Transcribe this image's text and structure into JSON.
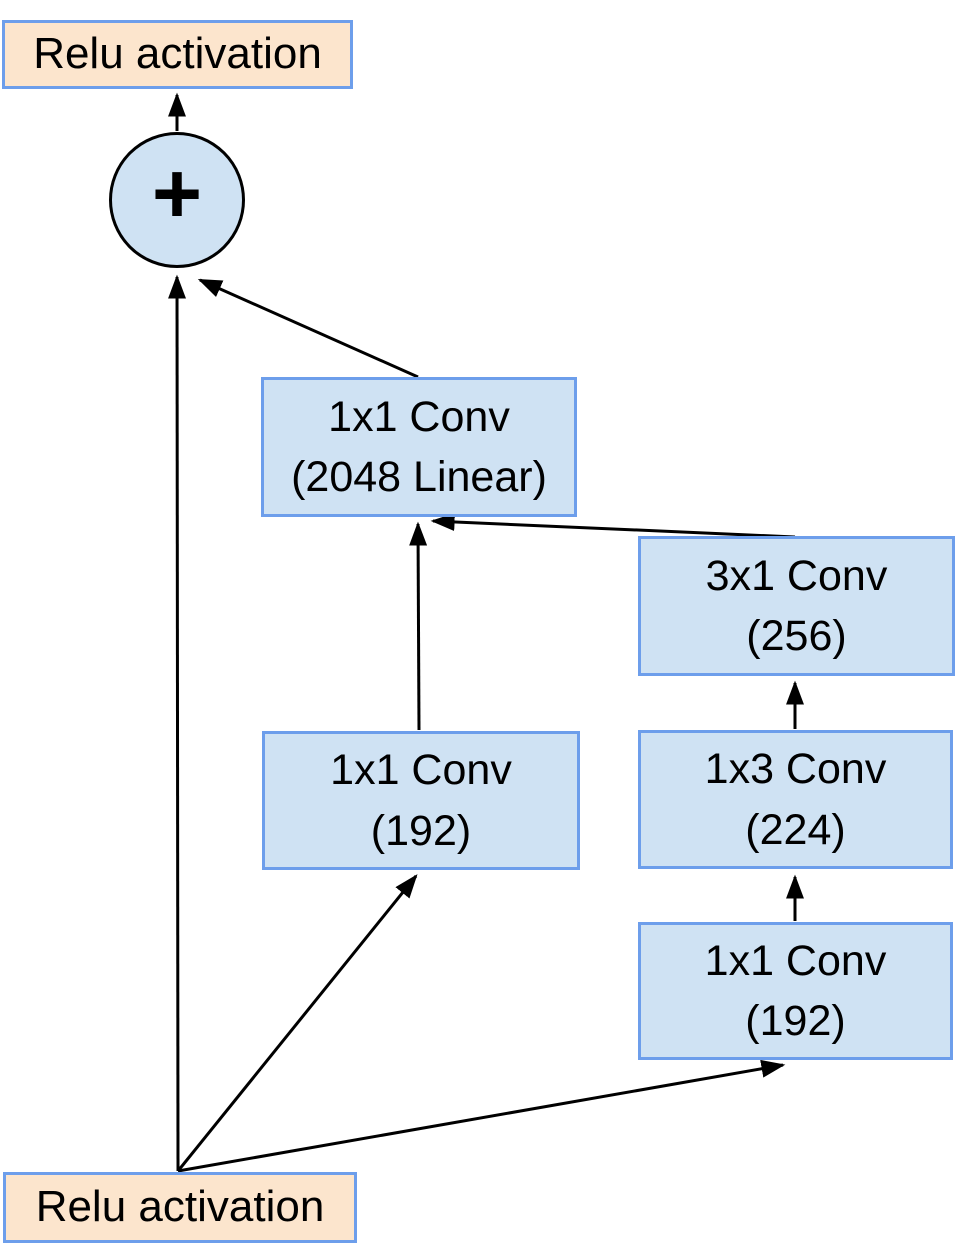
{
  "diagram": {
    "description": "Residual network block diagram",
    "colors": {
      "background": "#ffffff",
      "relu_fill": "#fce5cd",
      "relu_border": "#6d9eeb",
      "conv_fill": "#cfe2f3",
      "conv_border": "#6d9eeb",
      "sum_fill": "#cfe2f3",
      "sum_border": "#000000",
      "arrow": "#000000",
      "text": "#000000"
    },
    "nodes": {
      "relu_top": {
        "label": "Relu activation"
      },
      "sum": {
        "symbol": "+"
      },
      "conv_2048": {
        "line1": "1x1 Conv",
        "line2": "(2048 Linear)"
      },
      "conv_3x1": {
        "line1": "3x1 Conv",
        "line2": "(256)"
      },
      "conv_1x1_left": {
        "line1": "1x1 Conv",
        "line2": "(192)"
      },
      "conv_1x3": {
        "line1": "1x3 Conv",
        "line2": "(224)"
      },
      "conv_1x1_right": {
        "line1": "1x1 Conv",
        "line2": "(192)"
      },
      "relu_bottom": {
        "label": "Relu activation"
      }
    },
    "edges": [
      {
        "from": "relu_bottom",
        "to": "sum"
      },
      {
        "from": "relu_bottom",
        "to": "conv_1x1_left"
      },
      {
        "from": "relu_bottom",
        "to": "conv_1x1_right"
      },
      {
        "from": "conv_1x1_right",
        "to": "conv_1x3"
      },
      {
        "from": "conv_1x3",
        "to": "conv_3x1"
      },
      {
        "from": "conv_3x1",
        "to": "conv_2048"
      },
      {
        "from": "conv_1x1_left",
        "to": "conv_2048"
      },
      {
        "from": "conv_2048",
        "to": "sum"
      },
      {
        "from": "sum",
        "to": "relu_top"
      }
    ]
  }
}
